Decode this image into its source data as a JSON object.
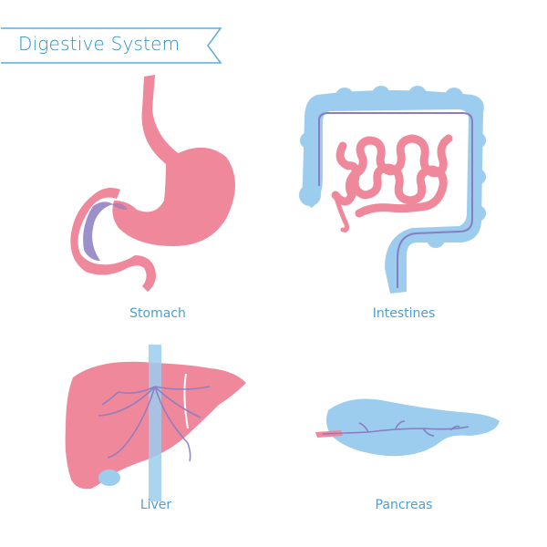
{
  "title": "Digestive System",
  "organs": {
    "stomach": "Stomach",
    "intestines": "Intestines",
    "liver": "Liver",
    "pancreas": "Pancreas"
  },
  "colors": {
    "pink": "#f0889c",
    "blue": "#9ccdee",
    "purple": "#8a7cc0",
    "text": "#4a9fd0",
    "banner": "#2e8fc4"
  }
}
